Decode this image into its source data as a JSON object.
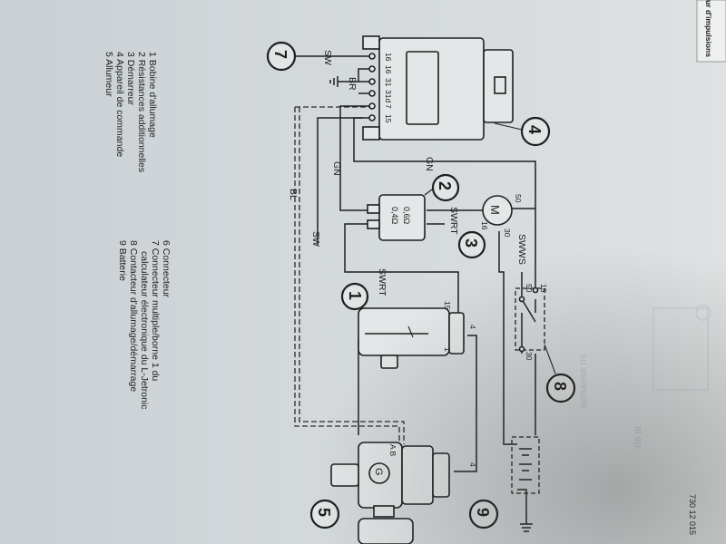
{
  "header_tab": "ur d'impulsions",
  "legend": {
    "left": [
      "1 Bobine d'allumage",
      "2 Résistances additionnelles",
      "3 Démarreur",
      "4 Appareil de commande",
      "5 Allumeur"
    ],
    "right": [
      "6 Connecteur",
      "7 Connecteur multiple/borne 1 du",
      "calculateur électronique du L-Jetronic",
      "8 Contacteur d'allumage/démarrage",
      "9 Batterie"
    ]
  },
  "figure_code": "730 12 015",
  "callouts": {
    "c1": "1",
    "c2": "2",
    "c3": "3",
    "c4": "4",
    "c5": "5",
    "c7": "7",
    "c8": "8",
    "c9": "9"
  },
  "wires": {
    "sw_top": "SW",
    "br": "BR",
    "gn_vert": "GN",
    "gn_horiz": "GN",
    "bl": "BL",
    "sw_mid": "SW",
    "swrt_res": "SWRT",
    "swrt_bottom": "SWRT",
    "swws": "SWWS"
  },
  "pins_control_unit": [
    "16",
    "16",
    "31",
    "31d",
    "7",
    "15"
  ],
  "starter": {
    "letter": "M",
    "t50": "50",
    "t30": "30",
    "t16": "16"
  },
  "resistors": {
    "r1": "0,4Ω",
    "r2": "0,6Ω"
  },
  "coil": {
    "t15": "15",
    "t1": "1",
    "t4": "4"
  },
  "switch": {
    "t15": "15",
    "t50": "50",
    "t30": "30"
  },
  "distributor": {
    "letter": "G",
    "pins": "A B",
    "t4": "4"
  }
}
